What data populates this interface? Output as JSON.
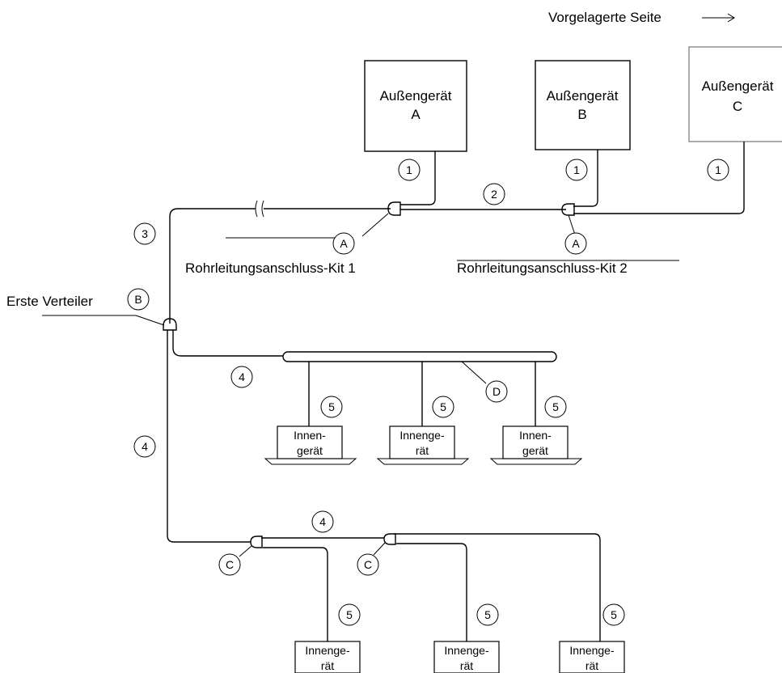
{
  "upstream_label": "Vorgelagerte Seite",
  "outdoor_units": [
    {
      "line1": "Außengerät",
      "line2": "A"
    },
    {
      "line1": "Außengerät",
      "line2": "B"
    },
    {
      "line1": "Außengerät",
      "line2": "C"
    }
  ],
  "kit_labels": [
    "Rohrleitungsanschluss-Kit 1",
    "Rohrleitungsanschluss-Kit 2"
  ],
  "first_branch_label": "Erste Verteiler",
  "markers": {
    "n1": "1",
    "n2": "2",
    "n3": "3",
    "n4": "4",
    "n5": "5",
    "A": "A",
    "B": "B",
    "C": "C",
    "D": "D"
  },
  "indoor_upper": [
    {
      "line1": "Innen-",
      "line2": "gerät"
    },
    {
      "line1": "Innenge-",
      "line2": "rät"
    },
    {
      "line1": "Innen-",
      "line2": "gerät"
    }
  ],
  "indoor_lower": [
    {
      "line1": "Innenge-",
      "line2": "rät"
    },
    {
      "line1": "Innenge-",
      "line2": "rät"
    },
    {
      "line1": "Innenge-",
      "line2": "rät"
    }
  ]
}
